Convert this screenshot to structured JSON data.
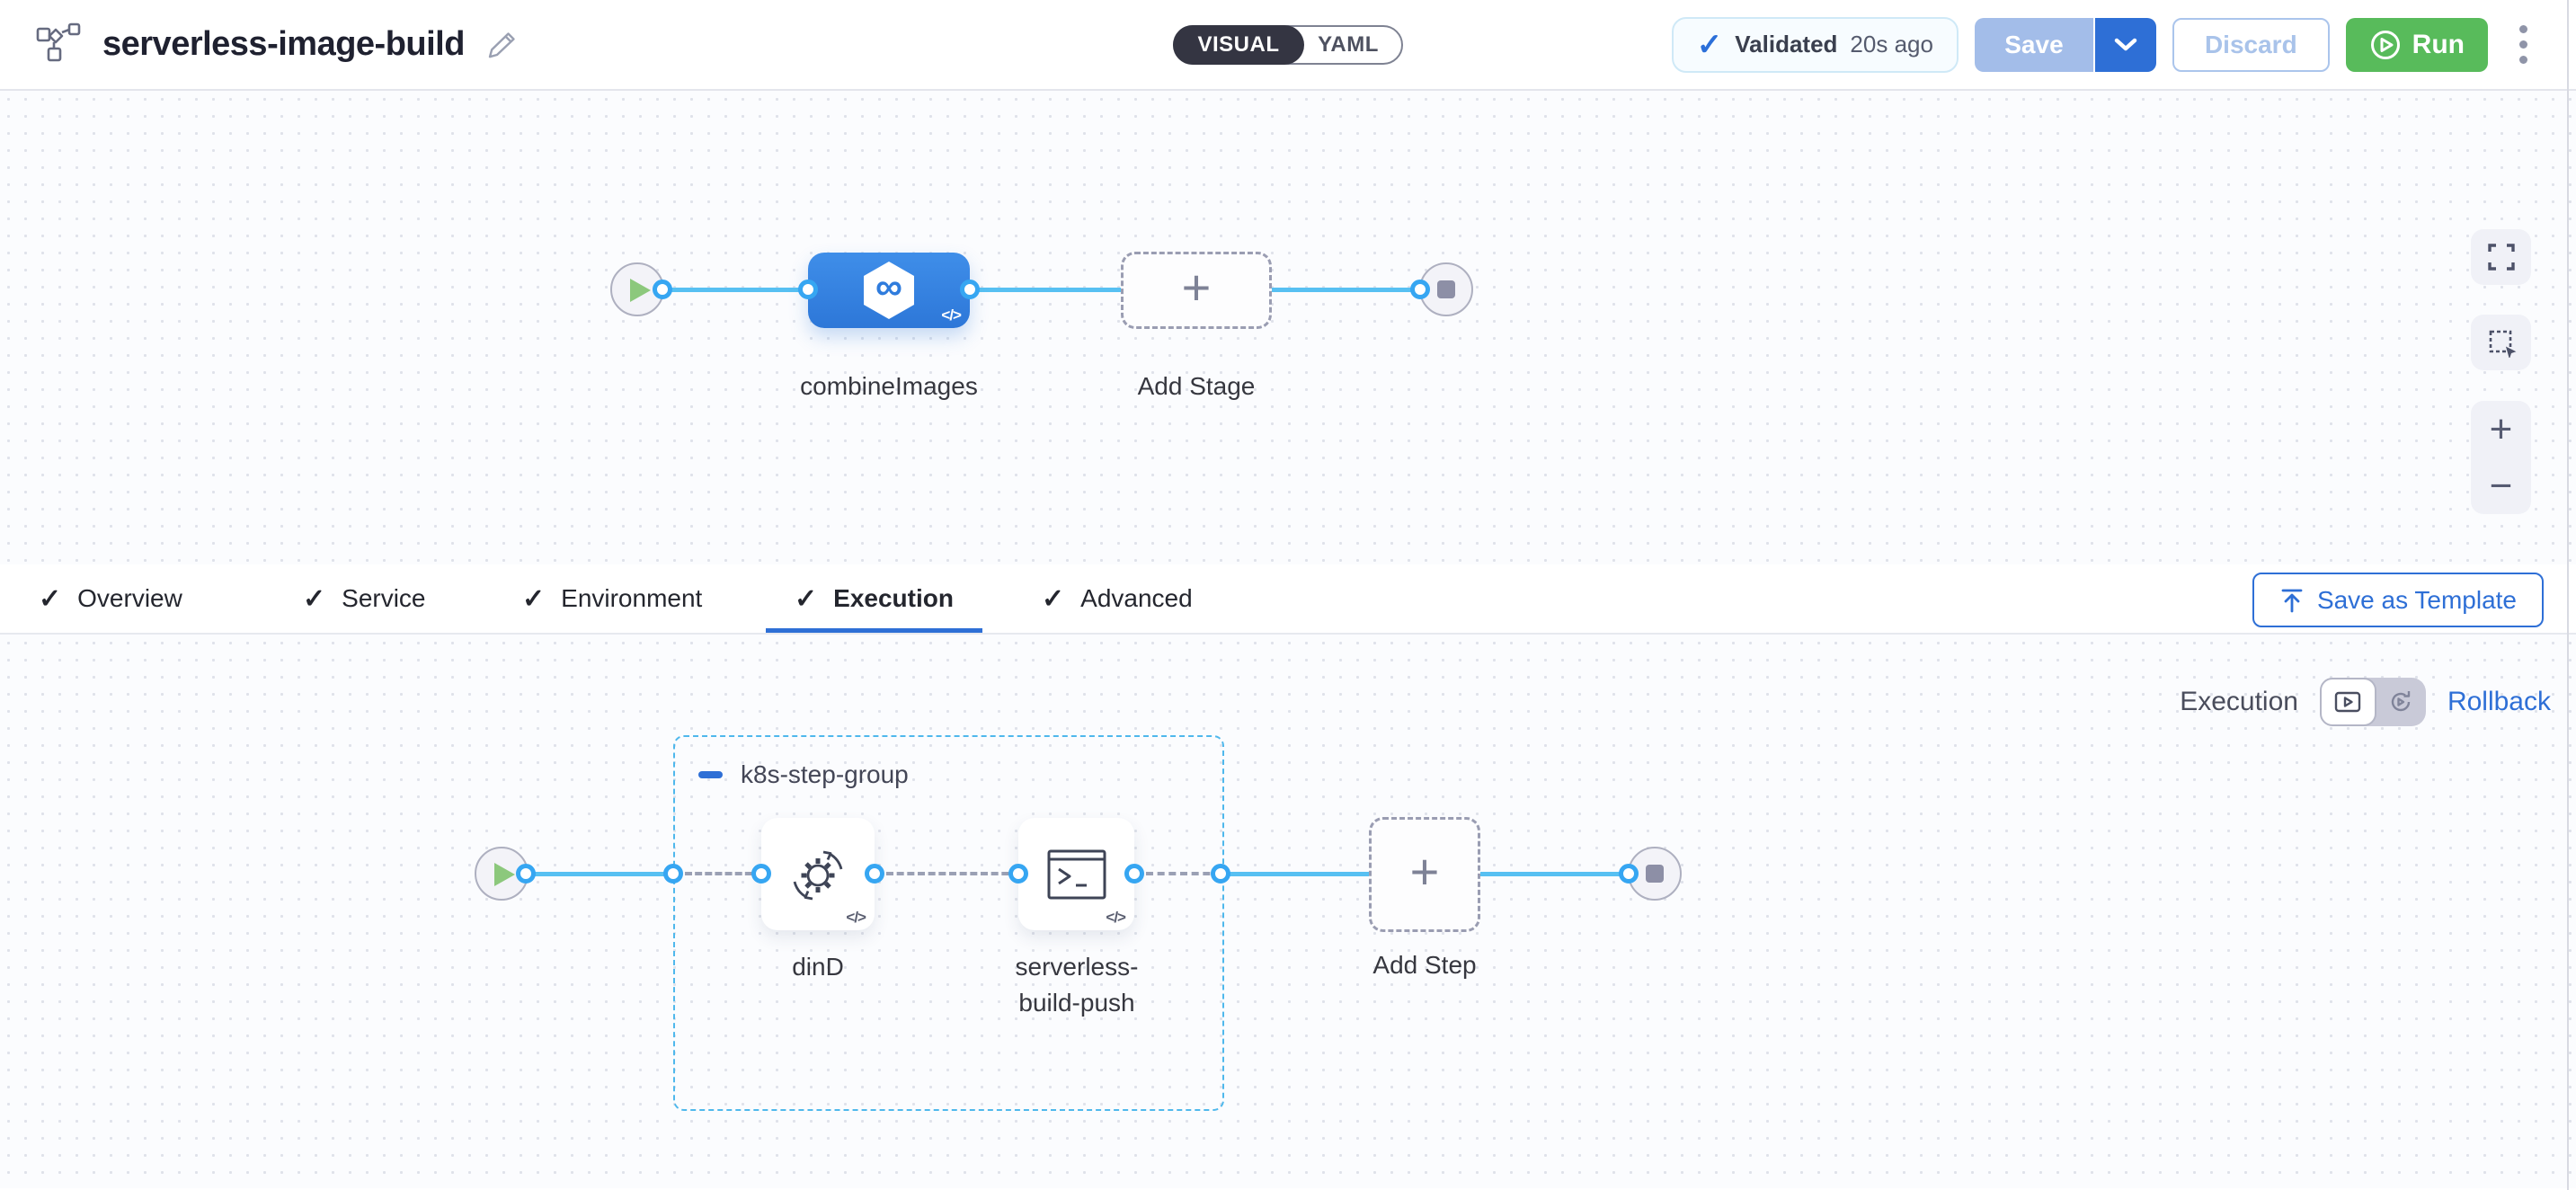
{
  "header": {
    "title": "serverless-image-build",
    "mode_toggle": {
      "visual": "VISUAL",
      "yaml": "YAML"
    },
    "validation": {
      "status": "Validated",
      "time_ago": "20s ago"
    },
    "buttons": {
      "save": "Save",
      "discard": "Discard",
      "run": "Run"
    }
  },
  "stage_canvas": {
    "stages": [
      {
        "label": "combineImages",
        "type": "ci-build-stage"
      }
    ],
    "add_stage_label": "Add Stage"
  },
  "tabs": {
    "items": [
      {
        "label": "Overview",
        "checked": true
      },
      {
        "label": "Service",
        "checked": true
      },
      {
        "label": "Environment",
        "checked": true
      },
      {
        "label": "Execution",
        "checked": true
      },
      {
        "label": "Advanced",
        "checked": true
      }
    ],
    "active": "Execution",
    "save_as_template": "Save as Template"
  },
  "execution_tab": {
    "mode": {
      "execution_label": "Execution",
      "rollback_label": "Rollback",
      "selected": "Execution"
    },
    "step_group": {
      "name": "k8s-step-group",
      "steps": [
        {
          "label": "dinD",
          "icon": "docker-dind-gear-sync-icon"
        },
        {
          "label": "serverless-build-push",
          "icon": "terminal-run-icon"
        }
      ]
    },
    "add_step_label": "Add Step"
  },
  "icons": {
    "check": "✓",
    "plus": "+",
    "minus": "−",
    "code": "</>",
    "infinity": "∞",
    "zoom_in": "+",
    "zoom_out": "−"
  },
  "colors": {
    "accent_blue": "#2e6fd6",
    "run_green": "#58bb5b",
    "connector_blue": "#57c0f2",
    "node_blue": "#3383e2",
    "group_border_blue": "#4fb8ec",
    "validated_border": "#cfe9f7"
  }
}
